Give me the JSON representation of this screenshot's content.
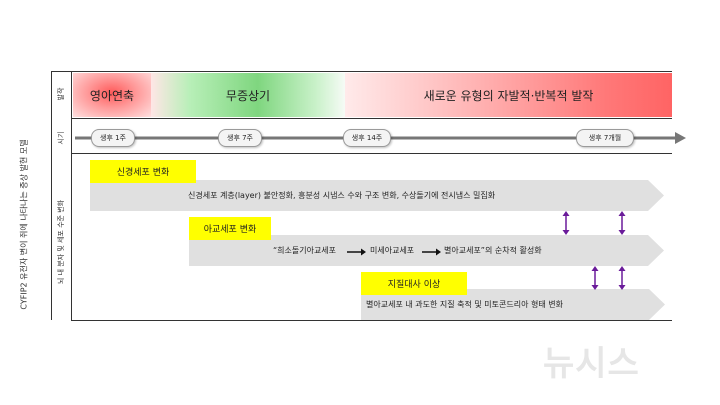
{
  "axis": {
    "main_title": "CYFIP2 유전자 변이 쥐에 나타나는 증상 발현 모델",
    "row_onset": "발작",
    "row_time": "시기",
    "row_changes": "뇌 내 분자 및 세포 수준 변화"
  },
  "phases": [
    {
      "label": "영아연축"
    },
    {
      "label": "무증상기"
    },
    {
      "label": "새로운 유형의 자발적·반복적 발작"
    }
  ],
  "timeline": {
    "marks": [
      "생후 1주",
      "생후 7주",
      "생후 14주",
      "생후 7개월"
    ]
  },
  "changes": [
    {
      "tag": "신경세포 변화",
      "text": "신경세포 계층(layer) 불안정화, 흥분성 시냅스 수와 구조 변화, 수상돌기에 전시냅스 밀집화"
    },
    {
      "tag": "아교세포 변화",
      "text_a": "“희소돌기아교세포",
      "text_b": "미세아교세포",
      "text_c": "별아교세포”의 순차적 활성화"
    },
    {
      "tag": "지질대사 이상",
      "text": "별아교세포 내 과도한 지질 축적 및 미토콘드리아 형태 변화"
    }
  ],
  "colors": {
    "phase_red": "#ff6b6b",
    "phase_green": "#7fd67f",
    "band_gray": "#e0e0e0",
    "tag_yellow": "#ffff00",
    "arrow_purple": "#6a1b9a",
    "timeline": "#777777"
  },
  "watermark": "뉴시스"
}
